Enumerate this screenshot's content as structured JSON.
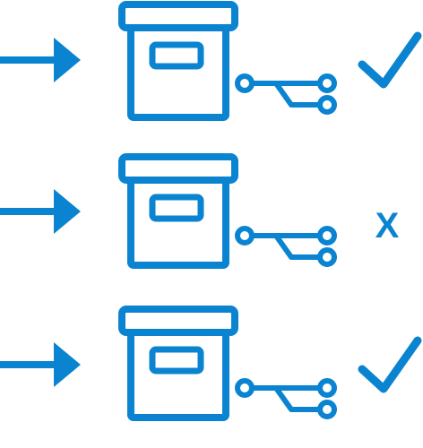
{
  "colors": {
    "accent": "#0a84d0",
    "background": "#ffffff"
  },
  "rows": [
    {
      "status": "check",
      "status_icon": "check-mark-icon"
    },
    {
      "status": "x",
      "status_icon": "x-mark-icon",
      "status_text": "X"
    },
    {
      "status": "check",
      "status_icon": "check-mark-icon"
    }
  ]
}
